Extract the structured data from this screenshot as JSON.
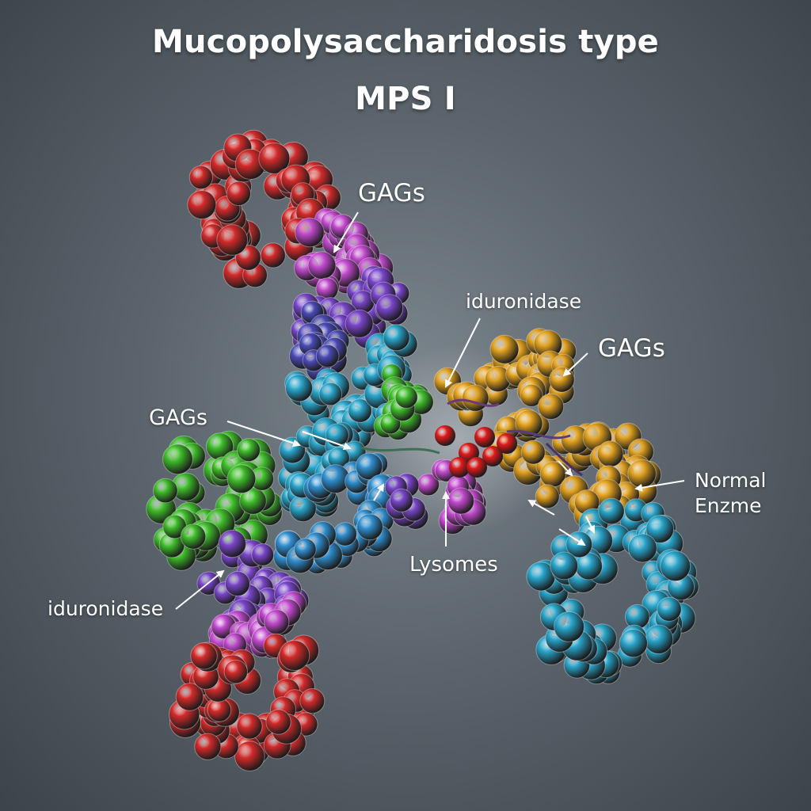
{
  "title": {
    "line1": "Mucopolysaccharidosis type",
    "line2": "MPS I"
  },
  "labels": {
    "gags_top": "GAGs",
    "iduronidase_top": "iduronidase",
    "gags_right": "GAGs",
    "gags_left": "GAGs",
    "normal_enzyme_line1": "Normal",
    "normal_enzyme_line2": "Enzme",
    "lysosomes": "Lysomes",
    "iduronidase_bottom": "iduronidase"
  },
  "colors": {
    "red": "#d42a2a",
    "magenta": "#c44ad0",
    "purple": "#7a45cc",
    "indigo": "#4a4ab8",
    "cyan": "#28a6cc",
    "blue": "#2f8fd0",
    "green": "#3fbf2a",
    "gold": "#e3a21e",
    "core_red": "#e31b1b"
  }
}
